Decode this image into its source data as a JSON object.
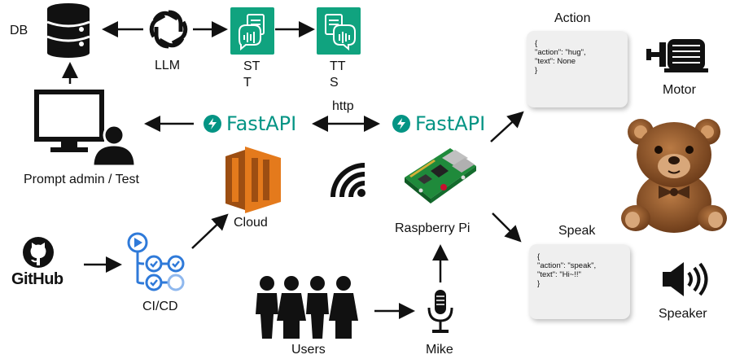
{
  "labels": {
    "db": "DB",
    "llm": "LLM",
    "stt_line1": "ST",
    "stt_line2": "T",
    "tts_line1": "TT",
    "tts_line2": "S",
    "prompt_admin": "Prompt admin / Test",
    "http": "http",
    "cloud": "Cloud",
    "raspberry_pi": "Raspberry Pi",
    "ci_cd": "CI/CD",
    "users": "Users",
    "mike": "Mike",
    "action": "Action",
    "motor": "Motor",
    "speak": "Speak",
    "speaker": "Speaker",
    "github": "GitHub",
    "fastapi_left": "FastAPI",
    "fastapi_right": "FastAPI"
  },
  "action_card": {
    "line1": "{",
    "line2": "\"action\": \"hug\",",
    "line3": "\"text\": None",
    "line4": "}"
  },
  "speak_card": {
    "line1": "{",
    "line2": "\"action\": \"speak\",",
    "line3": "\"text\": \"Hi~!!\"",
    "line4": "}"
  },
  "colors": {
    "teal": "#10a37f",
    "fastapi": "#049484",
    "aws_orange": "#e47a1c",
    "cicd_blue": "#2f7ad9",
    "black": "#111111"
  },
  "icons": [
    "database-icon",
    "openai-icon",
    "speech-to-text-icon",
    "text-to-speech-icon",
    "monitor-user-icon",
    "aws-cloud-icon",
    "wifi-icon",
    "raspberry-pi-board",
    "github-icon",
    "cicd-pipeline-icon",
    "users-icon",
    "microphone-icon",
    "motor-icon",
    "teddy-bear-image",
    "speaker-icon"
  ]
}
